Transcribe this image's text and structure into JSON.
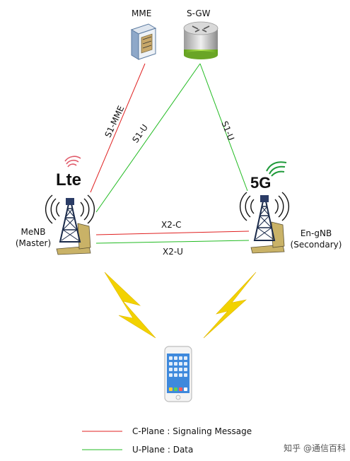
{
  "nodes": {
    "mme": "MME",
    "sgw": "S-GW",
    "menb": "MeNB\n(Master)",
    "engnb": "En-gNB\n(Secondary)"
  },
  "links": {
    "s1_mme": "S1-MME",
    "s1_u_left": "S1-U",
    "s1_u_right": "S1-U",
    "x2_c": "X2-C",
    "x2_u": "X2-U"
  },
  "logos": {
    "lte": "Lte",
    "fiveg": "5G"
  },
  "legend": {
    "c_plane": "C-Plane : Signaling Message",
    "u_plane": "U-Plane : Data"
  },
  "watermark": "知乎 @通信百科",
  "colors": {
    "c_plane": "#e02020",
    "u_plane": "#22bb22",
    "lightning": "#f2d200",
    "fiveg_green": "#1f9a3a"
  }
}
